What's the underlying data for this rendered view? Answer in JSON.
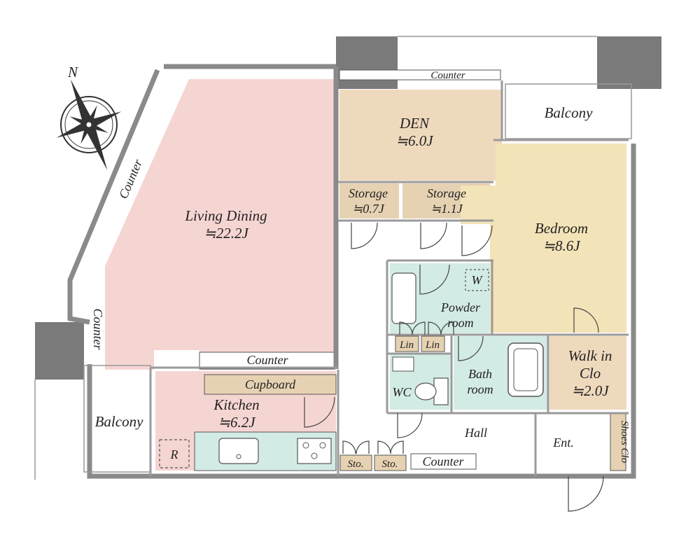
{
  "compass": {
    "label": "N"
  },
  "rooms": {
    "living": {
      "name": "Living Dining",
      "size": "≒22.2J",
      "color": "#f5d5d2"
    },
    "kitchen": {
      "name": "Kitchen",
      "size": "≒6.2J",
      "color": "#f5d5d2"
    },
    "den": {
      "name": "DEN",
      "size": "≒6.0J",
      "color": "#efd9bd"
    },
    "bedroom": {
      "name": "Bedroom",
      "size": "≒8.6J",
      "color": "#f3e3b8"
    },
    "storage1": {
      "name": "Storage",
      "size": "≒0.7J"
    },
    "storage2": {
      "name": "Storage",
      "size": "≒1.1J"
    },
    "powder": {
      "line1": "Powder",
      "line2": "room",
      "color": "#d3ebe5"
    },
    "bath": {
      "line1": "Bath",
      "line2": "room"
    },
    "wc": {
      "name": "WC"
    },
    "walkin": {
      "line1": "Walk in",
      "line2": "Clo",
      "size": "≒2.0J"
    },
    "hall": {
      "name": "Hall"
    },
    "entrance": {
      "name": "Ent."
    },
    "shoes": {
      "name": "Shoes Clo"
    }
  },
  "labels": {
    "counter_top": "Counter",
    "counter_diag": "Counter",
    "counter_left": "Counter",
    "counter_mid": "Counter",
    "counter_hall": "Counter",
    "cupboard": "Cupboard",
    "balcony_top": "Balcony",
    "balcony_left": "Balcony",
    "lin1": "Lin",
    "lin2": "Lin",
    "sto1": "Sto.",
    "sto2": "Sto.",
    "washer": "W",
    "fridge": "R"
  },
  "colors": {
    "wall": "#8a8a8a",
    "column": "#7a7a7a",
    "storage": "#e6d2b2",
    "wet": "#d3ebe5"
  }
}
